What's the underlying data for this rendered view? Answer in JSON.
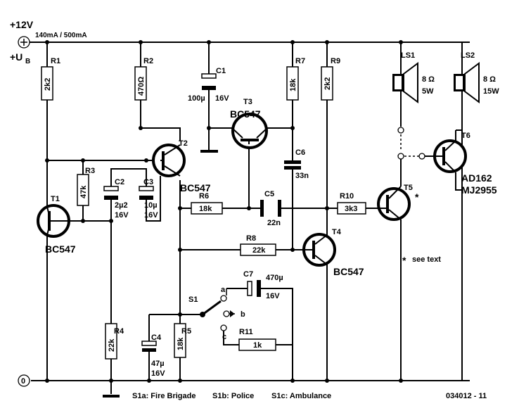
{
  "supply": {
    "voltage": "+12V",
    "current": "140mA / 500mA",
    "ub": "+U",
    "ub_sub": "B",
    "ground": "0"
  },
  "resistors": {
    "r1": {
      "name": "R1",
      "value": "2k2"
    },
    "r2": {
      "name": "R2",
      "value": "470Ω"
    },
    "r3": {
      "name": "R3",
      "value": "47k"
    },
    "r4": {
      "name": "R4",
      "value": "22k"
    },
    "r5": {
      "name": "R5",
      "value": "18k"
    },
    "r6": {
      "name": "R6",
      "value": "18k"
    },
    "r7": {
      "name": "R7",
      "value": "18k"
    },
    "r8": {
      "name": "R8",
      "value": "22k"
    },
    "r9": {
      "name": "R9",
      "value": "2k2"
    },
    "r10": {
      "name": "R10",
      "value": "3k3"
    },
    "r11": {
      "name": "R11",
      "value": "1k"
    }
  },
  "capacitors": {
    "c1": {
      "name": "C1",
      "value": "100µ",
      "voltage": "16V"
    },
    "c2": {
      "name": "C2",
      "value": "2µ2",
      "voltage": "16V"
    },
    "c3": {
      "name": "C3",
      "value": "10µ",
      "voltage": "16V"
    },
    "c4": {
      "name": "C4",
      "value": "47µ",
      "voltage": "16V"
    },
    "c5": {
      "name": "C5",
      "value": "22n"
    },
    "c6": {
      "name": "C6",
      "value": "33n"
    },
    "c7": {
      "name": "C7",
      "value": "470µ",
      "voltage": "16V"
    }
  },
  "transistors": {
    "t1": {
      "name": "T1",
      "type": "BC547"
    },
    "t2": {
      "name": "T2",
      "type": "BC547"
    },
    "t3": {
      "name": "T3",
      "type": "BC547"
    },
    "t4": {
      "name": "T4",
      "type": "BC547"
    },
    "t5": {
      "name": "T5",
      "mark": "*"
    },
    "t6": {
      "name": "T6",
      "type1": "AD162",
      "type2": "MJ2955"
    }
  },
  "speakers": {
    "ls1": {
      "name": "LS1",
      "imp": "8 Ω",
      "power": "5W"
    },
    "ls2": {
      "name": "LS2",
      "imp": "8 Ω",
      "power": "15W"
    }
  },
  "switch": {
    "name": "S1",
    "a": "a",
    "b": "b",
    "c": "c"
  },
  "note": {
    "star": "*",
    "text": "see text"
  },
  "legend": {
    "s1a": "S1a: Fire Brigade",
    "s1b": "S1b: Police",
    "s1c": "S1c: Ambulance",
    "code": "034012 - 11"
  }
}
